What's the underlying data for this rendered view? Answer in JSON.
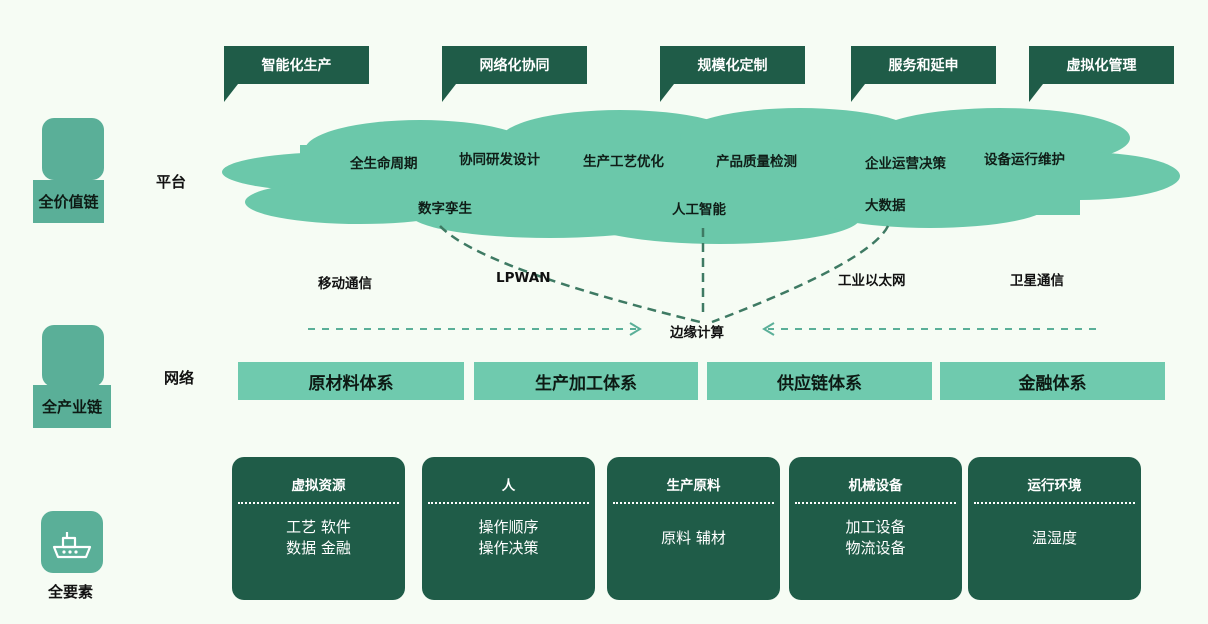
{
  "flags": [
    "智能化生产",
    "网络化协同",
    "规模化定制",
    "服务和延申",
    "虚拟化管理"
  ],
  "left_tags": {
    "value_chain": "全价值链",
    "industry_chain": "全产业链",
    "all_elements": "全要素"
  },
  "side_labels": {
    "platform": "平台",
    "network": "网络"
  },
  "cloud_top_items": [
    "全生命周期",
    "协同研发设计",
    "生产工艺优化",
    "产品质量检测",
    "企业运营决策",
    "设备运行维护"
  ],
  "cloud_bottom_items": [
    "数字孪生",
    "人工智能",
    "大数据"
  ],
  "network_items": [
    "移动通信",
    "LPWAN",
    "工业以太网",
    "卫星通信"
  ],
  "edge_computing": "边缘计算",
  "systems": [
    "原材料体系",
    "生产加工体系",
    "供应链体系",
    "金融体系"
  ],
  "cards": [
    {
      "title": "虚拟资源",
      "body": "工艺 软件\n数据 金融"
    },
    {
      "title": "人",
      "body": "操作顺序\n操作决策"
    },
    {
      "title": "生产原料",
      "body": "原料  辅材"
    },
    {
      "title": "机械设备",
      "body": "加工设备\n物流设备"
    },
    {
      "title": "运行环境",
      "body": "温湿度"
    }
  ],
  "icons": {
    "person_value": "person-silhouette-icon",
    "person_industry": "person-silhouette-icon",
    "ship": "ship-icon"
  },
  "colors": {
    "dark_green": "#1f5c48",
    "mid_green": "#5aaf98",
    "light_green": "#6fcaae",
    "cloud": "#6bc8aa",
    "background": "#f6fcf4"
  }
}
